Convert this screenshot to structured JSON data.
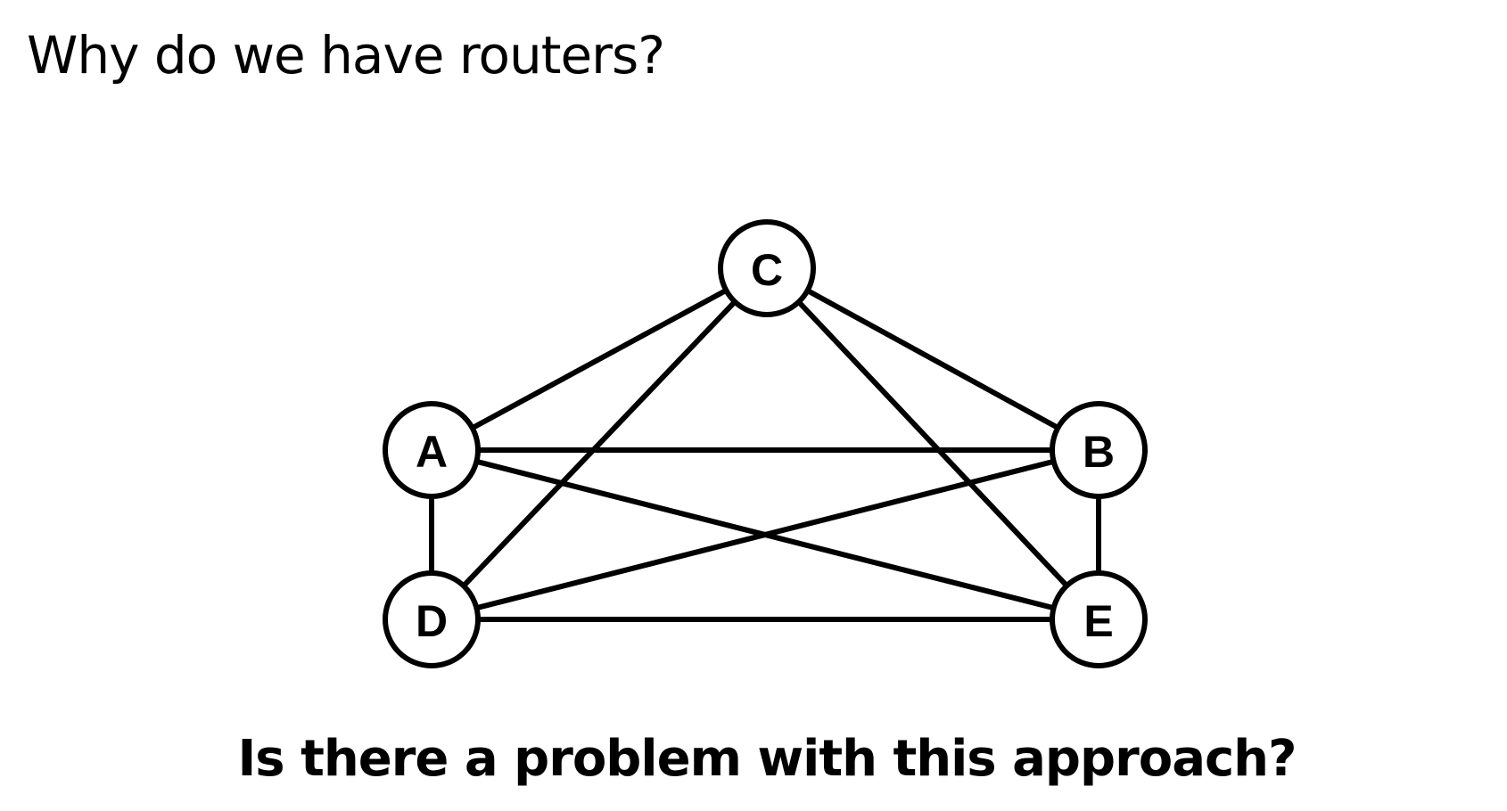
{
  "slide": {
    "title": "Why do we have routers?",
    "question": "Is there a problem with this approach?"
  },
  "diagram": {
    "nodes": [
      {
        "id": "C",
        "label": "C"
      },
      {
        "id": "A",
        "label": "A"
      },
      {
        "id": "B",
        "label": "B"
      },
      {
        "id": "D",
        "label": "D"
      },
      {
        "id": "E",
        "label": "E"
      }
    ],
    "edges": [
      [
        "A",
        "B"
      ],
      [
        "A",
        "C"
      ],
      [
        "A",
        "D"
      ],
      [
        "A",
        "E"
      ],
      [
        "B",
        "C"
      ],
      [
        "B",
        "D"
      ],
      [
        "B",
        "E"
      ],
      [
        "C",
        "D"
      ],
      [
        "C",
        "E"
      ],
      [
        "D",
        "E"
      ]
    ]
  }
}
